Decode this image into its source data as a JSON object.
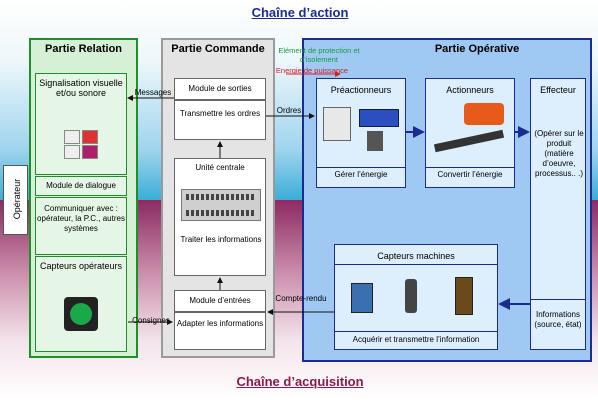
{
  "titles": {
    "action": "Chaîne d’action",
    "acquisition": "Chaîne d’acquisition"
  },
  "operator": "Opérateur",
  "relation": {
    "title": "Partie Relation",
    "signalisation": "Signalisation visuelle et/ou sonore",
    "module_dialogue": "Module de dialogue",
    "communiquer": "Communiquer avec : opérateur, la P.C., autres systèmes",
    "capteurs": "Capteurs opérateurs"
  },
  "commande": {
    "title": "Partie Commande",
    "module_sorties": "Module de sorties",
    "transmettre": "Transmettre les ordres",
    "unite_centrale": "Unité centrale",
    "traiter": "Traiter les informations",
    "module_entrees": "Module d’entrées",
    "adapter": "Adapter les informations"
  },
  "operative": {
    "title": "Partie Opérative",
    "element_protection": "Elément de protection et d’isolement",
    "energie": "Energie de puissance",
    "preactionneurs": "Préactionneurs",
    "gerer": "Gérer l’énergie",
    "actionneurs": "Actionneurs",
    "convertir": "Convertir l’énergie",
    "effecteur": "Effecteur",
    "operer": "(Opérer sur le produit (matière d’oeuvre, processus.. .)",
    "capteurs_machines": "Capteurs machines",
    "acquerir": "Acquérir et transmettre l’information",
    "informations": "Informations (source, état)"
  },
  "flows": {
    "messages": "Messages",
    "ordres": "Ordres",
    "consignes": "Consignes",
    "compte_rendu": "Compte-rendu"
  },
  "colors": {
    "relation": "#d6f0d6",
    "relation_border": "#1f8f2a",
    "commande": "#e4e4e4",
    "commande_border": "#9a9a9a",
    "operative": "#9fc9f3",
    "operative_border": "#1a2c8f",
    "title_action": "#1a2c8f",
    "title_acq": "#8a1a4a",
    "protection": "#1a9a3a",
    "energie": "#d02020"
  }
}
